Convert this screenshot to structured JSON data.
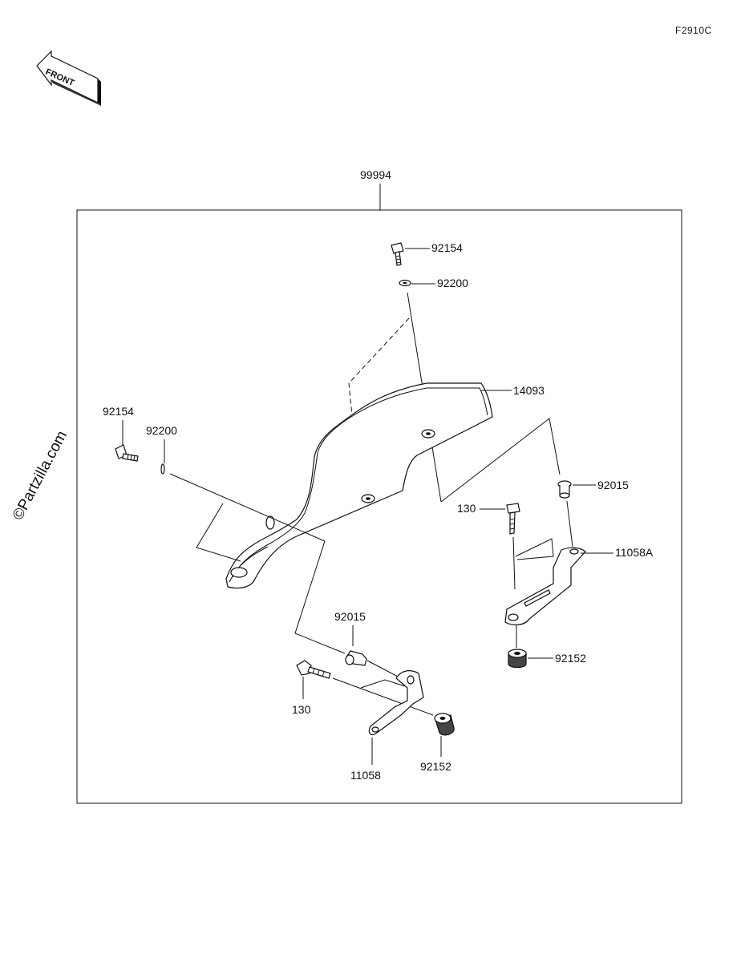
{
  "diagram_code": "F2910C",
  "front_label": "FRONT",
  "watermark": "©Partzilla.com",
  "kit_label": "99994",
  "callouts": {
    "bolt_top": "92154",
    "washer_top": "92200",
    "cover": "14093",
    "bolt_left": "92154",
    "washer_left": "92200",
    "grommet_right": "92015",
    "bolt_right": "130",
    "bracket_right": "11058A",
    "damper_right": "92152",
    "grommet_bottom": "92015",
    "bolt_bottom": "130",
    "bracket_bottom": "11058",
    "damper_bottom": "92152"
  }
}
